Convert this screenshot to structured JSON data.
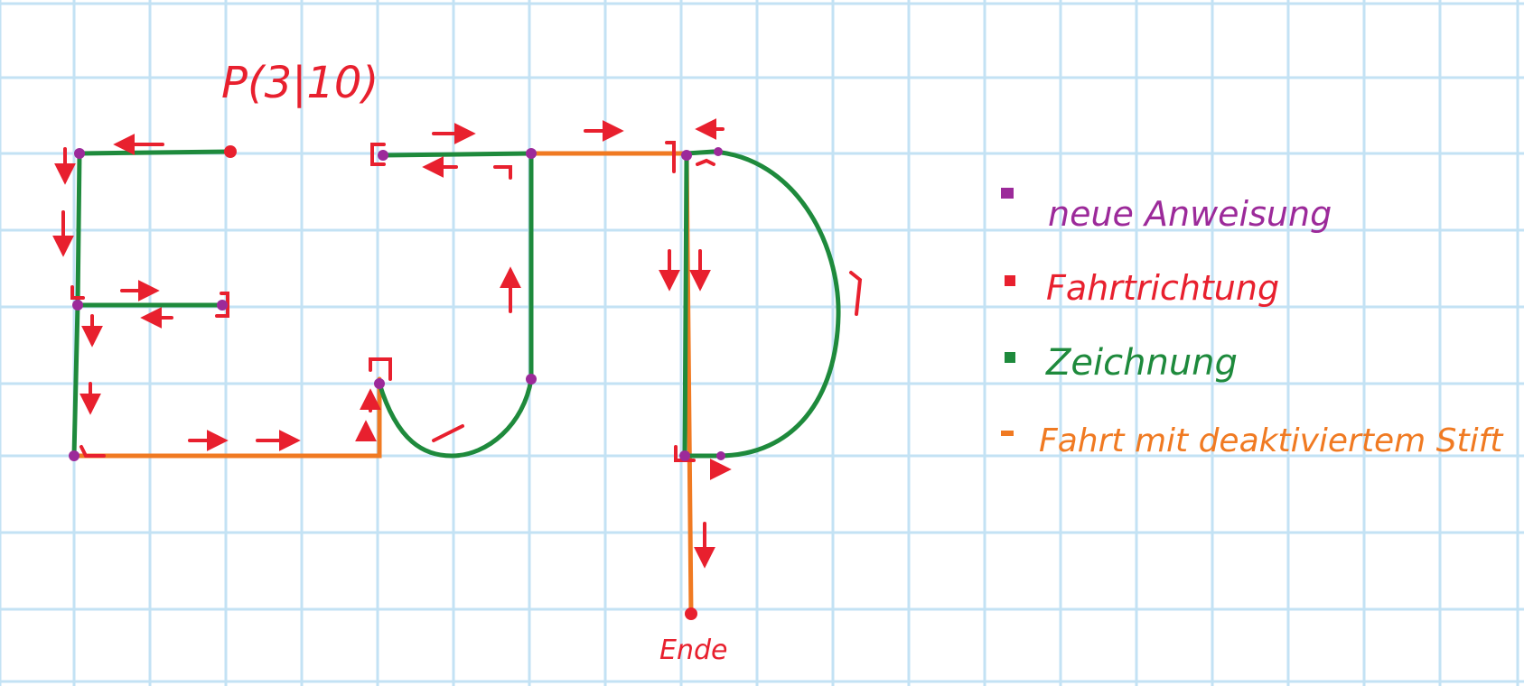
{
  "labels": {
    "start_point": "P(3|10)",
    "end": "Ende"
  },
  "legend": {
    "items": [
      {
        "key": "instruction",
        "text": "neue Anweisung",
        "color": "#9c2a9a"
      },
      {
        "key": "direction",
        "text": "Fahrtrichtung",
        "color": "#e8202e"
      },
      {
        "key": "drawing",
        "text": "Zeichnung",
        "color": "#1e8a3c"
      },
      {
        "key": "pen_up",
        "text": "Fahrt mit deaktiviertem Stift",
        "color": "#f07a22"
      }
    ]
  },
  "colors": {
    "grid": "#c3e2f4",
    "drawing": "#1e8a3c",
    "pen_up": "#f07a22",
    "direction": "#e8202e",
    "instruction": "#9c2a9a"
  }
}
